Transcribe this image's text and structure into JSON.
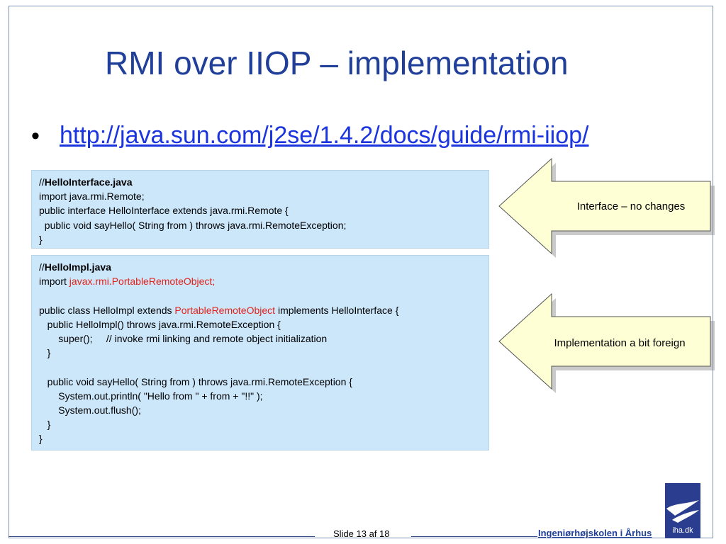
{
  "slide": {
    "title": "RMI over IIOP – implementation",
    "bullet_link": "http://java.sun.com/j2se/1.4.2/docs/guide/rmi-iiop/"
  },
  "code_block_1": {
    "comment_prefix": "//",
    "filename": "HelloInterface.java",
    "lines": [
      "import java.rmi.Remote;",
      "public interface HelloInterface extends java.rmi.Remote {",
      "  public void sayHello( String from ) throws java.rmi.RemoteException;",
      "}"
    ]
  },
  "code_block_2": {
    "comment_prefix": "//",
    "filename": "HelloImpl.java",
    "import_prefix": "import ",
    "import_highlight": "javax.rmi.PortableRemoteObject;",
    "class_prefix": "public class HelloImpl extends ",
    "class_highlight": "PortableRemoteObject",
    "class_suffix": " implements HelloInterface {",
    "ctor_lines": [
      "   public HelloImpl() throws java.rmi.RemoteException {",
      "       super();     // invoke rmi linking and remote object initialization",
      "   }"
    ],
    "method_lines": [
      "   public void sayHello( String from ) throws java.rmi.RemoteException {",
      "       System.out.println( \"Hello from \" + from + \"!!\" );",
      "       System.out.flush();",
      "   }",
      "}"
    ]
  },
  "callouts": {
    "interface": "Interface – no changes",
    "implementation": "Implementation a bit foreign"
  },
  "footer": {
    "slide_number": "Slide 13 af  18",
    "school": "Ingeniørhøjskolen i Århus",
    "logo_text": "iha.dk"
  },
  "colors": {
    "title": "#1f3f99",
    "link": "#1a35e0",
    "code_background": "#cce6fa",
    "highlight": "#e2231a",
    "callout_fill": "#ffffd6"
  }
}
